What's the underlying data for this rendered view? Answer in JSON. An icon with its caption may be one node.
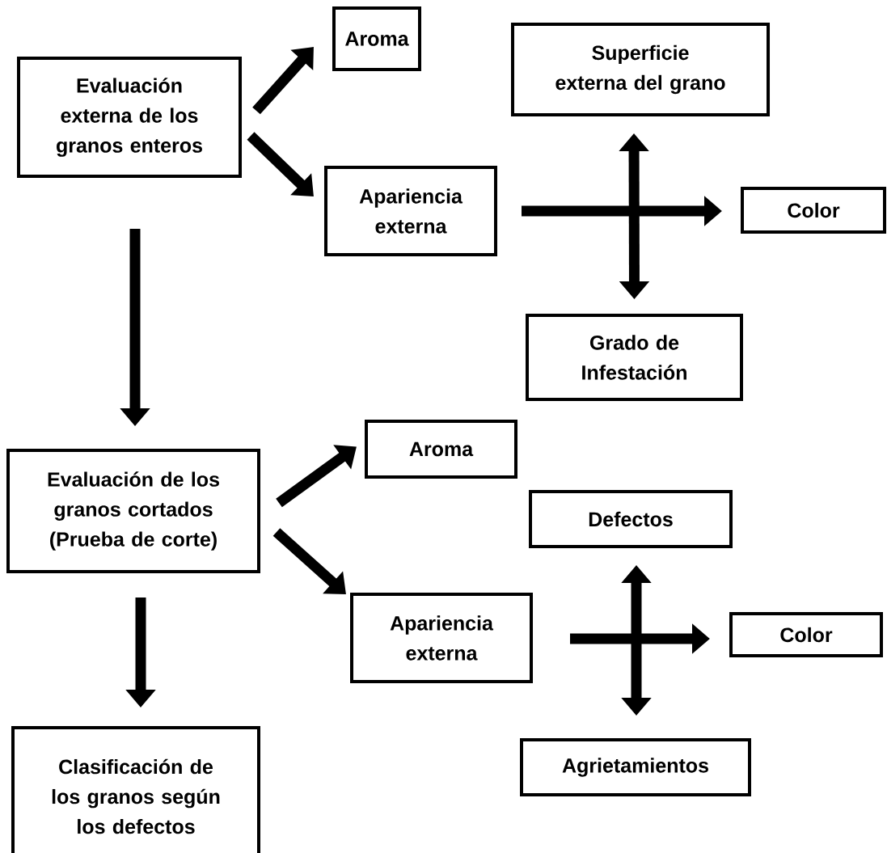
{
  "diagram": {
    "nodes": [
      {
        "text": [
          "Evaluación externa de los granos enteros"
        ]
      },
      {
        "text": [
          "Aroma"
        ]
      },
      {
        "text": [
          "Superficie externa del grano"
        ]
      },
      {
        "text": [
          "Apariencia externa"
        ]
      },
      {
        "text": [
          "Color"
        ]
      },
      {
        "text": [
          "Grado de Infestación"
        ]
      },
      {
        "text": [
          "Evaluación de los granos cortados (Prueba de corte)"
        ]
      },
      {
        "text": [
          "Aroma"
        ]
      },
      {
        "text": [
          "Defectos"
        ]
      },
      {
        "text": [
          "Apariencia externa"
        ]
      },
      {
        "text": [
          "Color"
        ]
      },
      {
        "text": [
          "Agrietamientos"
        ]
      },
      {
        "text": [
          "Clasificación de los granos según los defectos"
        ]
      }
    ],
    "edges": [
      {
        "from": 0,
        "to": 1,
        "arrow": "to"
      },
      {
        "from": 0,
        "to": 3,
        "arrow": "to"
      },
      {
        "from": 0,
        "to": 6,
        "arrow": "to"
      },
      {
        "from": 3,
        "to": 4,
        "arrow": "to"
      },
      {
        "from": 2,
        "to": 5,
        "arrow": "both"
      },
      {
        "from": 6,
        "to": 7,
        "arrow": "to"
      },
      {
        "from": 6,
        "to": 9,
        "arrow": "to"
      },
      {
        "from": 6,
        "to": 12,
        "arrow": "to"
      },
      {
        "from": 8,
        "to": 11,
        "arrow": "both"
      },
      {
        "from": 9,
        "to": 10,
        "arrow": "to"
      }
    ]
  }
}
